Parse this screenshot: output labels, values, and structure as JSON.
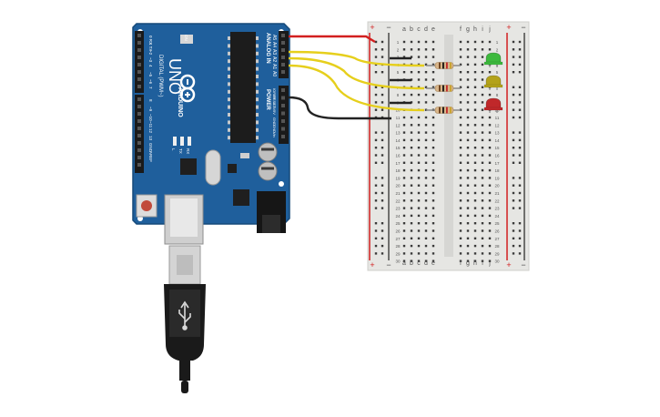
{
  "arduino": {
    "brand": "ARDUINO",
    "model": "UNO",
    "digital_label": "DIGITAL (PWM~)",
    "analog_label": "ANALOG IN",
    "power_label": "POWER",
    "aref_label": "AREF",
    "gnd_label": "GND",
    "digital_pins": [
      "0 RX",
      "1 TX",
      "~2",
      "~3",
      "4",
      "~5",
      "~6",
      "7",
      "8",
      "~9",
      "~10",
      "~11",
      "12",
      "13"
    ],
    "analog_pins": [
      "A0",
      "A1",
      "A2",
      "A3",
      "A4",
      "A5"
    ],
    "power_pins": [
      "IOREF",
      "RESET",
      "3.3V",
      "5V",
      "GND",
      "GND",
      "Vin"
    ],
    "led_labels": [
      "L",
      "TX",
      "RX"
    ],
    "on_label": "ON"
  },
  "breadboard": {
    "columns_left": [
      "a",
      "b",
      "c",
      "d",
      "e"
    ],
    "columns_right": [
      "f",
      "g",
      "h",
      "i",
      "j"
    ],
    "rows": [
      "1",
      "2",
      "3",
      "4",
      "5",
      "6",
      "7",
      "8",
      "9",
      "10",
      "11",
      "12",
      "13",
      "14",
      "15",
      "16",
      "17",
      "18",
      "19",
      "20",
      "21",
      "22",
      "23",
      "24",
      "25",
      "26",
      "27",
      "28",
      "29",
      "30"
    ],
    "plus": "+",
    "minus": "−"
  },
  "components": {
    "leds": [
      {
        "color_name": "green",
        "color": "#3db93d"
      },
      {
        "color_name": "yellow",
        "color": "#b3a21a"
      },
      {
        "color_name": "red",
        "color": "#c0282a"
      }
    ],
    "resistor_count": 3
  },
  "wires": {
    "power_color": "#d21f1f",
    "ground_color": "#222222",
    "signal_color": "#e6cf1c"
  },
  "colors": {
    "board": "#1f5f9c",
    "board_edge": "#174a7a",
    "breadboard": "#e6e6e3",
    "cable": "#1a1a1a"
  }
}
